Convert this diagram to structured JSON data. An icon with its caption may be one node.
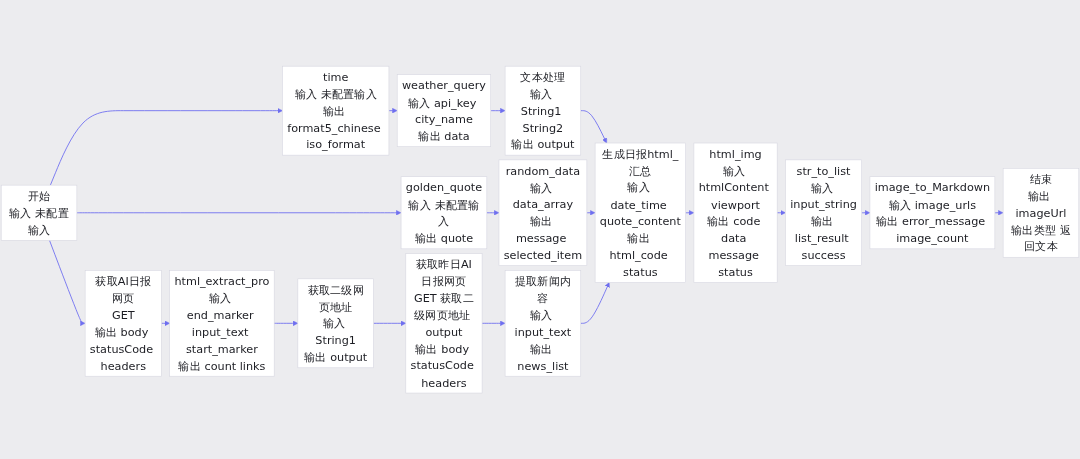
{
  "diagram": {
    "nodes": [
      {
        "text": [
          "开始",
          "输入 未配置输入"
        ]
      },
      {
        "text": [
          "time",
          "输入 未配置输入",
          "输出 format5_chinese iso_format"
        ]
      },
      {
        "text": [
          "weather_query",
          "输入 api_key city_name",
          "输出 data"
        ]
      },
      {
        "text": [
          "文本处理",
          "输入 String1 String2",
          "输出 output"
        ]
      },
      {
        "text": [
          "golden_quote",
          "输入 未配置输入",
          "输出 quote"
        ]
      },
      {
        "text": [
          "random_data",
          "输入 data_array",
          "输出 message selected_item"
        ]
      },
      {
        "text": [
          "获取AI日报网页",
          "GET",
          "输出 body statusCode headers"
        ]
      },
      {
        "text": [
          "html_extract_pro",
          "输入 end_marker input_text start_marker",
          "输出 count links"
        ]
      },
      {
        "text": [
          "获取二级网页地址",
          "输入 String1",
          "输出 output"
        ]
      },
      {
        "text": [
          "获取昨日AI日报网页",
          "GET 获取二级网页地址 output",
          "输出 body statusCode headers"
        ]
      },
      {
        "text": [
          "提取新闻内容",
          "输入 input_text",
          "输出 news_list"
        ]
      },
      {
        "text": [
          "生成日报html_汇总",
          "输入 date_time quote_content",
          "输出 html_code status"
        ]
      },
      {
        "text": [
          "html_img",
          "输入 htmlContent viewport",
          "输出 code data message status"
        ]
      },
      {
        "text": [
          "str_to_list",
          "输入 input_string",
          "输出 list_result success"
        ]
      },
      {
        "text": [
          "image_to_Markdown",
          "输入 image_urls",
          "输出 error_message image_count"
        ]
      },
      {
        "text": [
          "结束",
          "输出 imageUrl",
          "输出类型 返回文本"
        ]
      }
    ],
    "edges": [
      {
        "from": 0,
        "to": 1,
        "arrow": "to"
      },
      {
        "from": 0,
        "to": 4,
        "arrow": "to"
      },
      {
        "from": 0,
        "to": 6,
        "arrow": "to"
      },
      {
        "from": 1,
        "to": 2,
        "arrow": "to"
      },
      {
        "from": 2,
        "to": 3,
        "arrow": "to"
      },
      {
        "from": 4,
        "to": 5,
        "arrow": "to"
      },
      {
        "from": 3,
        "to": 11,
        "arrow": "to"
      },
      {
        "from": 5,
        "to": 11,
        "arrow": "to"
      },
      {
        "from": 10,
        "to": 11,
        "arrow": "to"
      },
      {
        "from": 6,
        "to": 7,
        "arrow": "to"
      },
      {
        "from": 7,
        "to": 8,
        "arrow": "to"
      },
      {
        "from": 8,
        "to": 9,
        "arrow": "to"
      },
      {
        "from": 9,
        "to": 10,
        "arrow": "to"
      },
      {
        "from": 11,
        "to": 12,
        "arrow": "to"
      },
      {
        "from": 12,
        "to": 13,
        "arrow": "to"
      },
      {
        "from": 13,
        "to": 14,
        "arrow": "to"
      },
      {
        "from": 14,
        "to": 15,
        "arrow": "to"
      }
    ]
  }
}
